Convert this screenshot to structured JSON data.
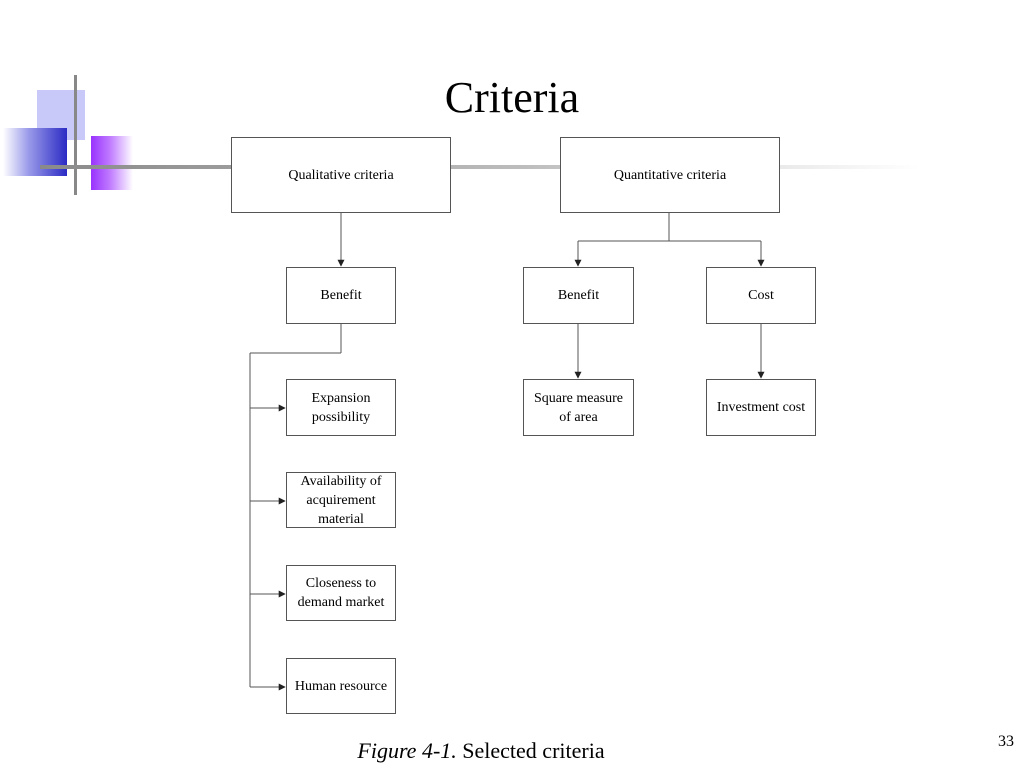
{
  "slide": {
    "title": "Criteria",
    "page_number": "33"
  },
  "caption": {
    "figure_label": "Figure 4-1.",
    "text": "Selected criteria"
  },
  "diagram": {
    "qualitative": {
      "label": "Qualitative criteria",
      "benefit": "Benefit",
      "benefit_items": [
        "Expansion possibility",
        "Availability of acquirement material",
        "Closeness to demand market",
        "Human resource"
      ]
    },
    "quantitative": {
      "label": "Quantitative criteria",
      "benefit": "Benefit",
      "benefit_item": "Square measure of area",
      "cost": "Cost",
      "cost_item": "Investment cost"
    }
  },
  "colors": {
    "line": "#555555",
    "box_border": "#555555",
    "deco_blue": "#3333cc",
    "deco_violet": "#9933ff",
    "deco_light": "#c8c8f8"
  }
}
